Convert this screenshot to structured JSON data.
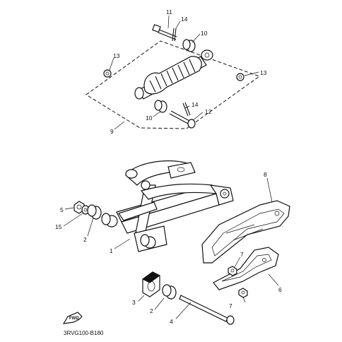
{
  "diagram": {
    "drawing_code": "3RVG100-B180",
    "fwd_label": "FWD",
    "callouts": [
      {
        "id": "c11",
        "text": "11"
      },
      {
        "id": "c14a",
        "text": "14"
      },
      {
        "id": "c10a",
        "text": "10"
      },
      {
        "id": "c13a",
        "text": "13"
      },
      {
        "id": "c13b",
        "text": "13"
      },
      {
        "id": "c10b",
        "text": "10"
      },
      {
        "id": "c14b",
        "text": "14"
      },
      {
        "id": "c12",
        "text": "12"
      },
      {
        "id": "c9",
        "text": "9"
      },
      {
        "id": "c8",
        "text": "8"
      },
      {
        "id": "c5",
        "text": "5"
      },
      {
        "id": "c15",
        "text": "15"
      },
      {
        "id": "c2a",
        "text": "2"
      },
      {
        "id": "c1",
        "text": "1"
      },
      {
        "id": "c7a",
        "text": "7"
      },
      {
        "id": "c6",
        "text": "6"
      },
      {
        "id": "c3",
        "text": "3"
      },
      {
        "id": "c2b",
        "text": "2"
      },
      {
        "id": "c7b",
        "text": "7"
      },
      {
        "id": "c4",
        "text": "4"
      }
    ]
  }
}
